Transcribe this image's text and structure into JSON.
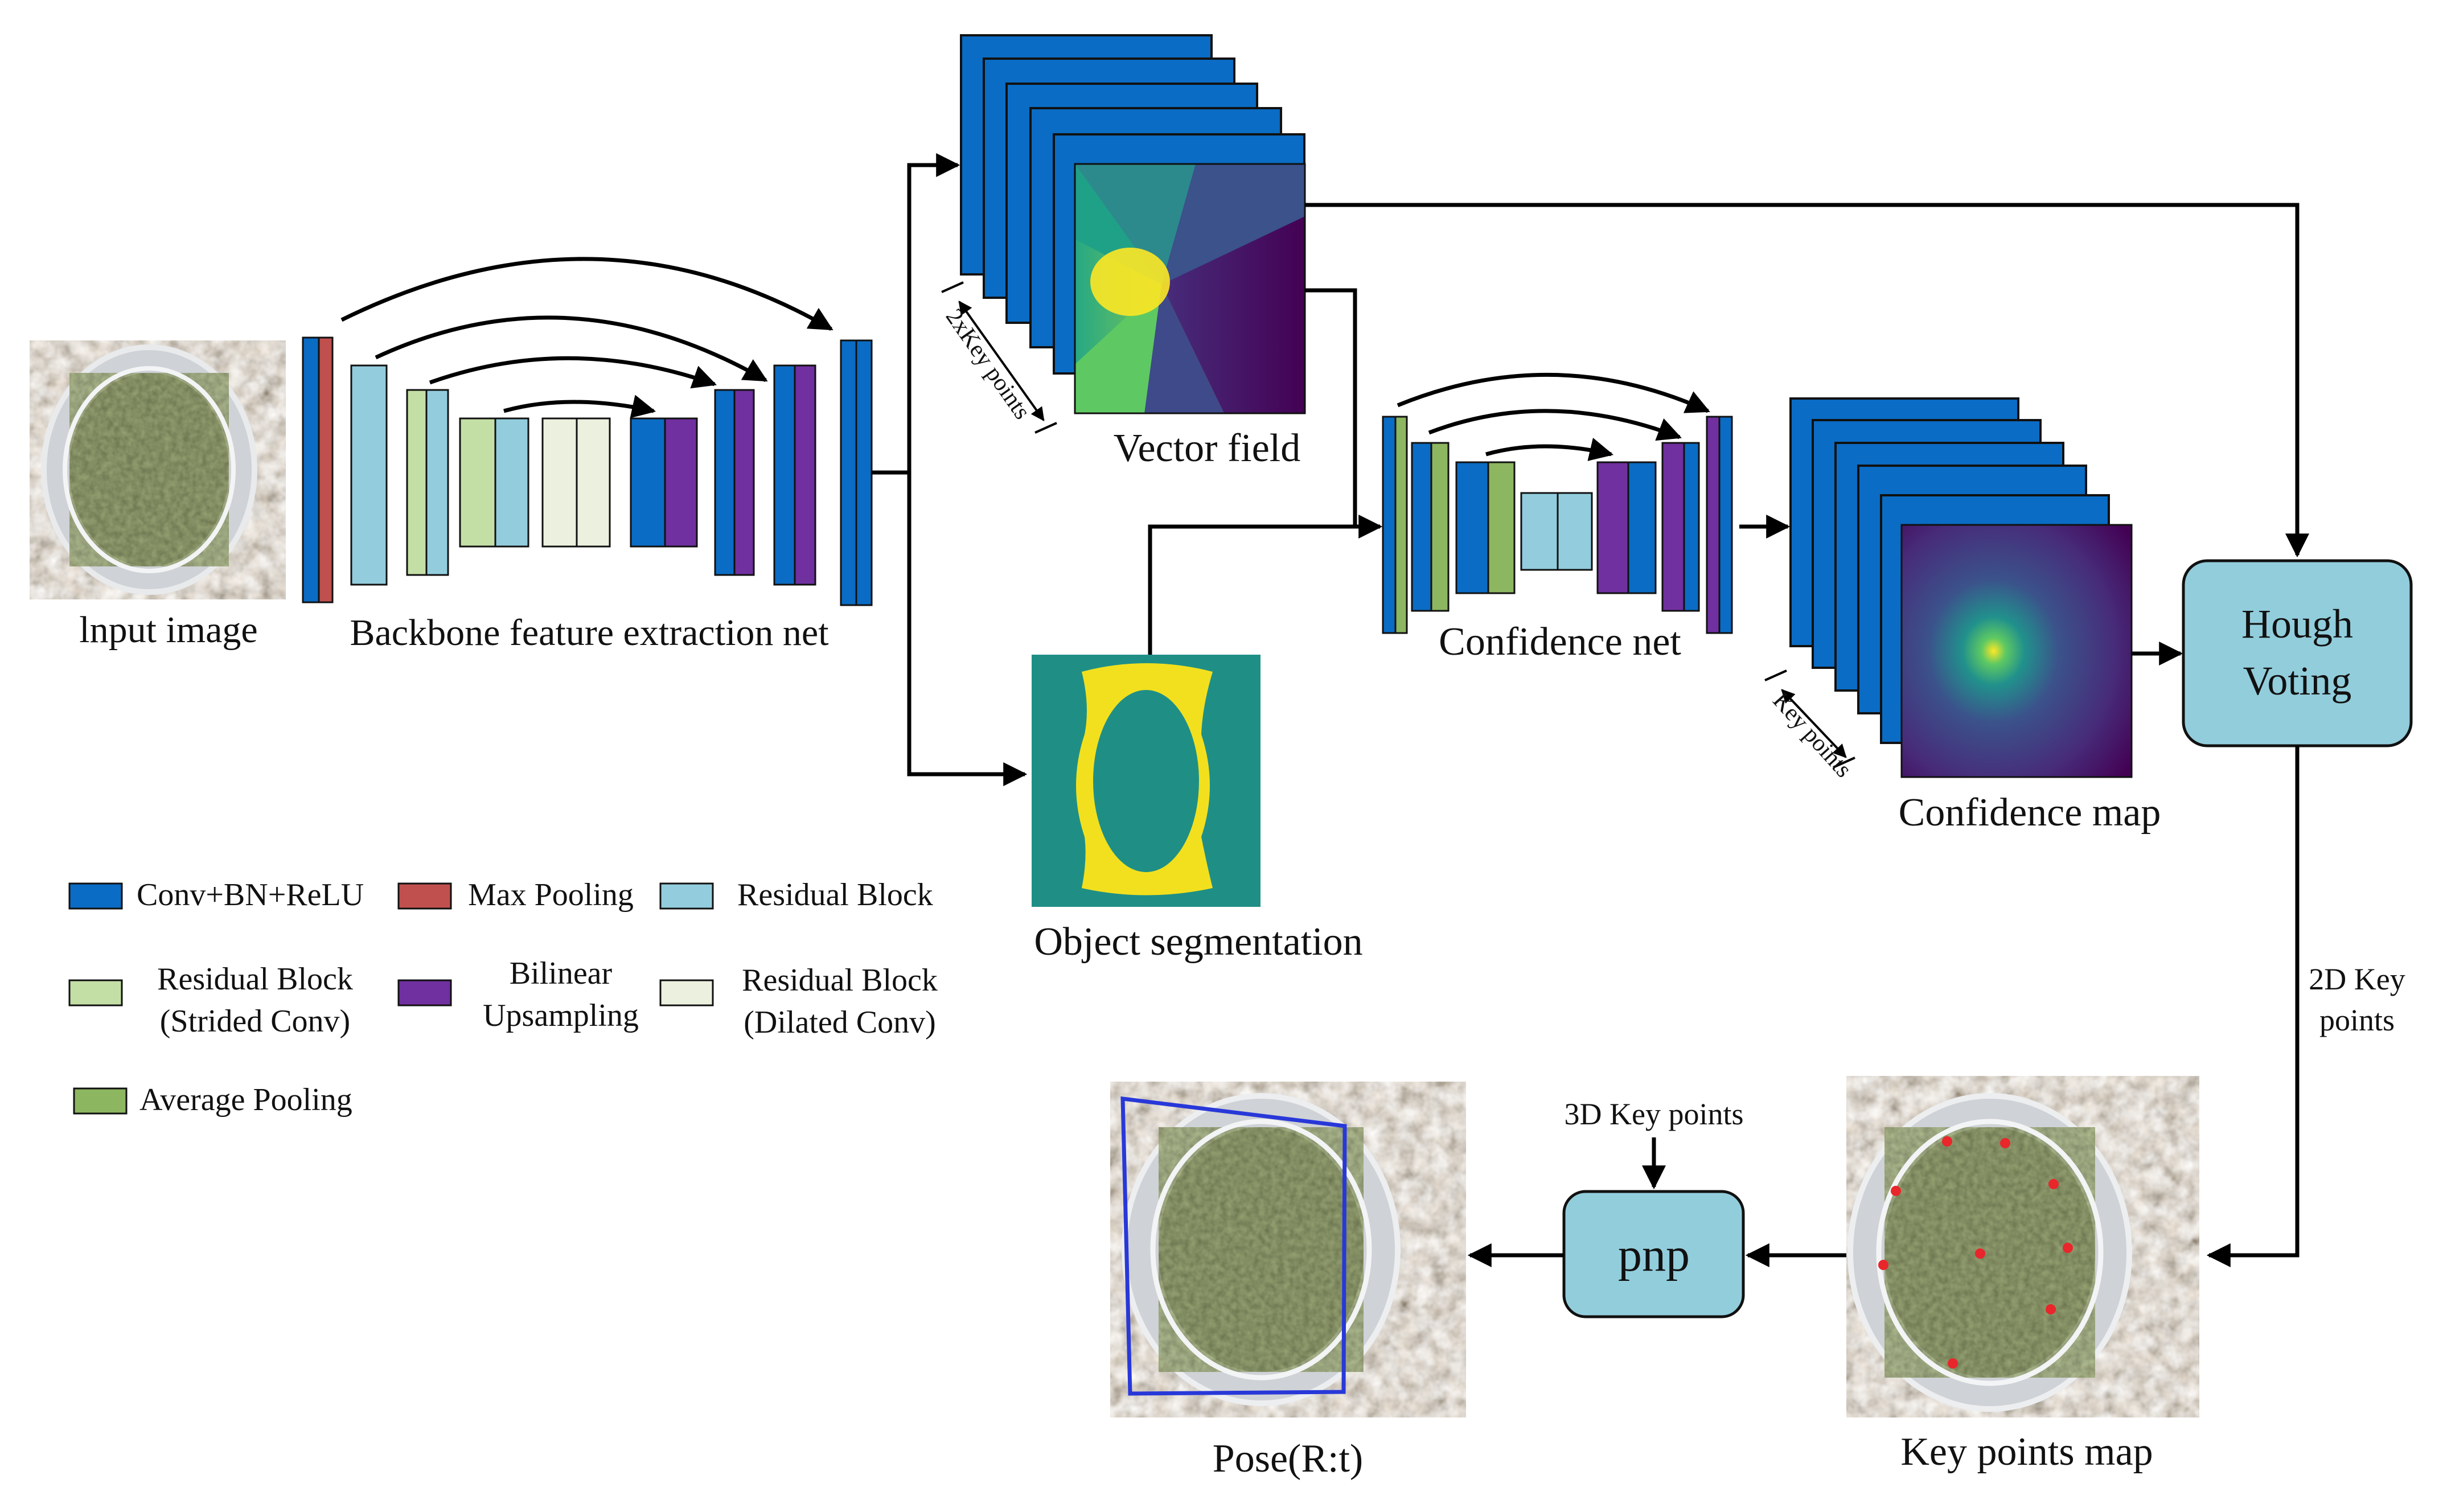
{
  "labels": {
    "input_image": "lnput image",
    "backbone": "Backbone feature extraction net",
    "vector_field": "Vector field",
    "two_x_key_points": "2xKey points",
    "object_segmentation": "Object segmentation",
    "confidence_net": "Confidence net",
    "confidence_map": "Confidence map",
    "key_points": "Key points",
    "hough_voting_line1": "Hough",
    "hough_voting_line2": "Voting",
    "two_d_key_points_line1": "2D Key",
    "two_d_key_points_line2": "points",
    "three_d_key_points": "3D Key points",
    "pnp": "pnp",
    "key_points_map": "Key points map",
    "pose": "Pose(R:t)"
  },
  "legend": [
    {
      "lines": [
        "Conv+BN+ReLU"
      ],
      "color": "#0a6cc4"
    },
    {
      "lines": [
        "Max Pooling"
      ],
      "color": "#c0504d"
    },
    {
      "lines": [
        "Residual Block"
      ],
      "color": "#93cddd"
    },
    {
      "lines": [
        "Residual Block",
        "(Strided Conv)"
      ],
      "color": "#c4dfa6"
    },
    {
      "lines": [
        "Bilinear",
        "Upsampling"
      ],
      "color": "#7030a0"
    },
    {
      "lines": [
        "Residual Block",
        "(Dilated Conv)"
      ],
      "color": "#ebf1de"
    },
    {
      "lines": [
        "Average Pooling"
      ],
      "color": "#8db660"
    }
  ],
  "colors": {
    "conv": "#0a6cc4",
    "maxpool": "#c0504d",
    "residual": "#93cddd",
    "strided": "#c4dfa6",
    "upsample": "#7030a0",
    "dilated": "#ebf1de",
    "avgpool": "#8db660",
    "node_fill": "#92cddc",
    "seg_bg": "#1f8f86",
    "seg_ring": "#f2e01e"
  },
  "icons": {
    "input_image": "bearing-photo",
    "key_points_map": "bearing-photo-with-red-keypoints",
    "pose": "bearing-photo-with-blue-box"
  }
}
